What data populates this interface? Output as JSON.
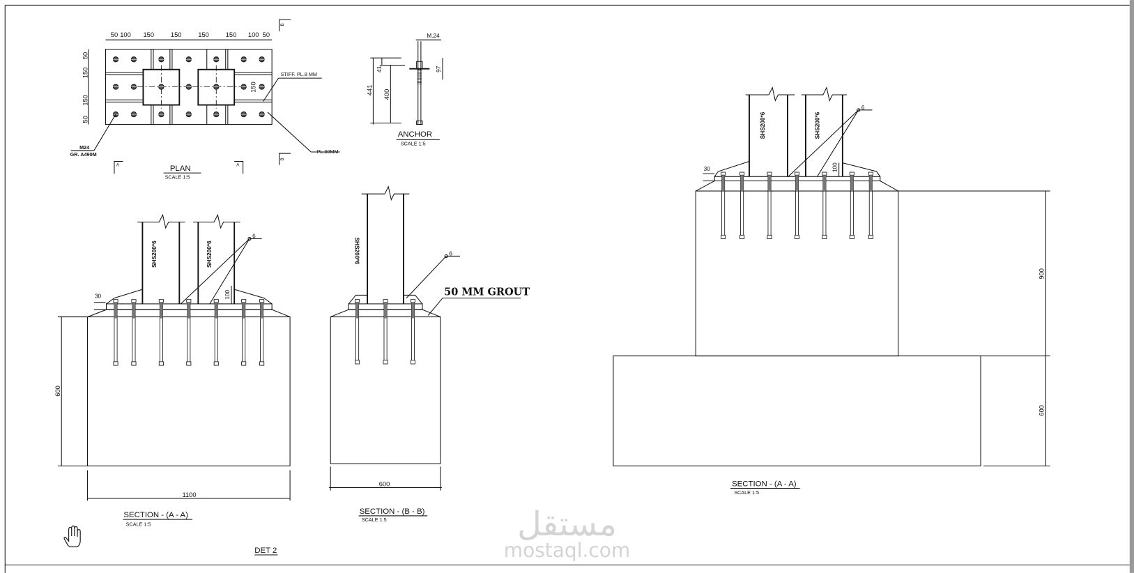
{
  "plan": {
    "title": "PLAN",
    "scale": "SCALE 1:5",
    "dims_top": [
      "50",
      "100",
      "150",
      "150",
      "150",
      "150",
      "100",
      "50"
    ],
    "dims_left": [
      "50",
      "150",
      "150",
      "50"
    ],
    "dim_stiff": "150",
    "label_stiffener": "STIFF. PL.8 MM",
    "label_plate": "PL.30MM",
    "label_bolt": "M24",
    "label_grade": "GR. A490M",
    "cut_a": "A",
    "cut_b": "B"
  },
  "anchor": {
    "title": "ANCHOR",
    "scale": "SCALE 1:5",
    "dim_total": "441",
    "dim_top": "41",
    "dim_embed": "400",
    "dim_thread": "97",
    "dim_dia": "M.24"
  },
  "section_aa_left": {
    "title": "SECTION - (A - A)",
    "scale": "SCALE 1:5",
    "column_label": "SHS200*6",
    "dim_height": "600",
    "dim_width": "1100",
    "dim_plate": "30",
    "dim_stiff": "100",
    "weld": "6"
  },
  "section_bb": {
    "title": "SECTION - (B - B)",
    "scale": "SCALE 1:5",
    "column_label": "SHS200*6",
    "dim_width": "600",
    "grout_note": "50 MM GROUT",
    "weld": "6"
  },
  "section_aa_right": {
    "title": "SECTION - (A - A)",
    "scale": "SCALE 1:5",
    "column_label": "SHS200*6",
    "dim_plate": "30",
    "dim_stiff": "100",
    "dim_pedestal": "900",
    "dim_footing": "600",
    "weld": "6"
  },
  "detail_label": "DET 2",
  "watermark": {
    "arabic": "مستقل",
    "latin": "mostaql.com"
  },
  "colors": {
    "line": "#111111",
    "watermark": "#d4d4d4",
    "frame_strip": "#9a9a9a"
  }
}
